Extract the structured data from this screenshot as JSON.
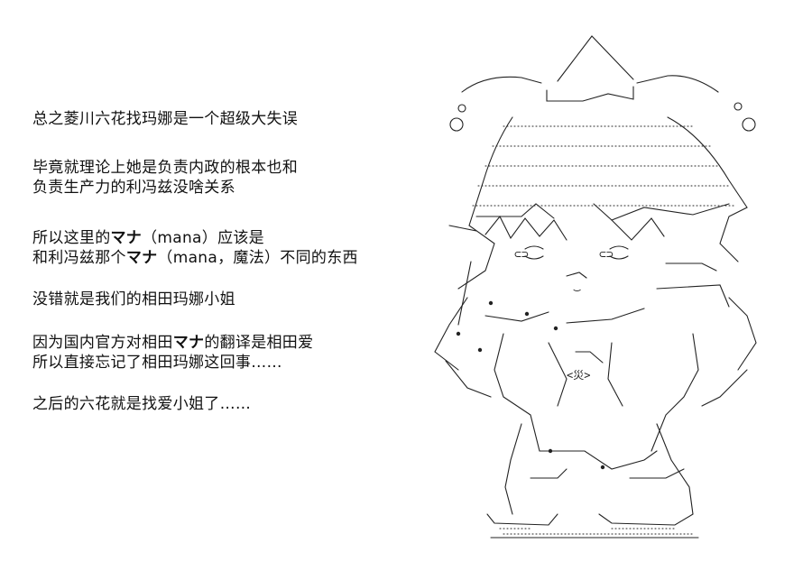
{
  "lines": [
    {
      "id": "l1",
      "segments": [
        {
          "t": "总之菱川六花找玛娜是一个超级大失误",
          "b": false
        }
      ]
    },
    {
      "id": "l2",
      "segments": [
        {
          "t": "毕竟就理论上她是负责内政的根本也和",
          "b": false
        }
      ]
    },
    {
      "id": "l3",
      "segments": [
        {
          "t": "负责生产力的利冯兹没啥关系",
          "b": false
        }
      ]
    },
    {
      "id": "l4",
      "segments": [
        {
          "t": "所以这里的",
          "b": false
        },
        {
          "t": "マナ",
          "b": true
        },
        {
          "t": "（mana）应该是",
          "b": false
        }
      ]
    },
    {
      "id": "l5",
      "segments": [
        {
          "t": "和利冯兹那个",
          "b": false
        },
        {
          "t": "マナ",
          "b": true
        },
        {
          "t": "（mana，魔法）不同的东西",
          "b": false
        }
      ]
    },
    {
      "id": "l6",
      "segments": [
        {
          "t": "没错就是我们的相田玛娜小姐",
          "b": false
        }
      ]
    },
    {
      "id": "l7",
      "segments": [
        {
          "t": "因为国内官方对相田",
          "b": false
        },
        {
          "t": "マナ",
          "b": true
        },
        {
          "t": "的翻译是相田爱",
          "b": false
        }
      ]
    },
    {
      "id": "l8",
      "segments": [
        {
          "t": "所以直接忘记了相田玛娜这回事……",
          "b": false
        }
      ]
    },
    {
      "id": "l9",
      "segments": [
        {
          "t": "之后的六花就是找爱小姐了……",
          "b": false
        }
      ]
    }
  ],
  "art": {
    "face_glyph": "⊂⊃",
    "mouth_glyph": "‿",
    "chest_glyph": "<災>"
  }
}
